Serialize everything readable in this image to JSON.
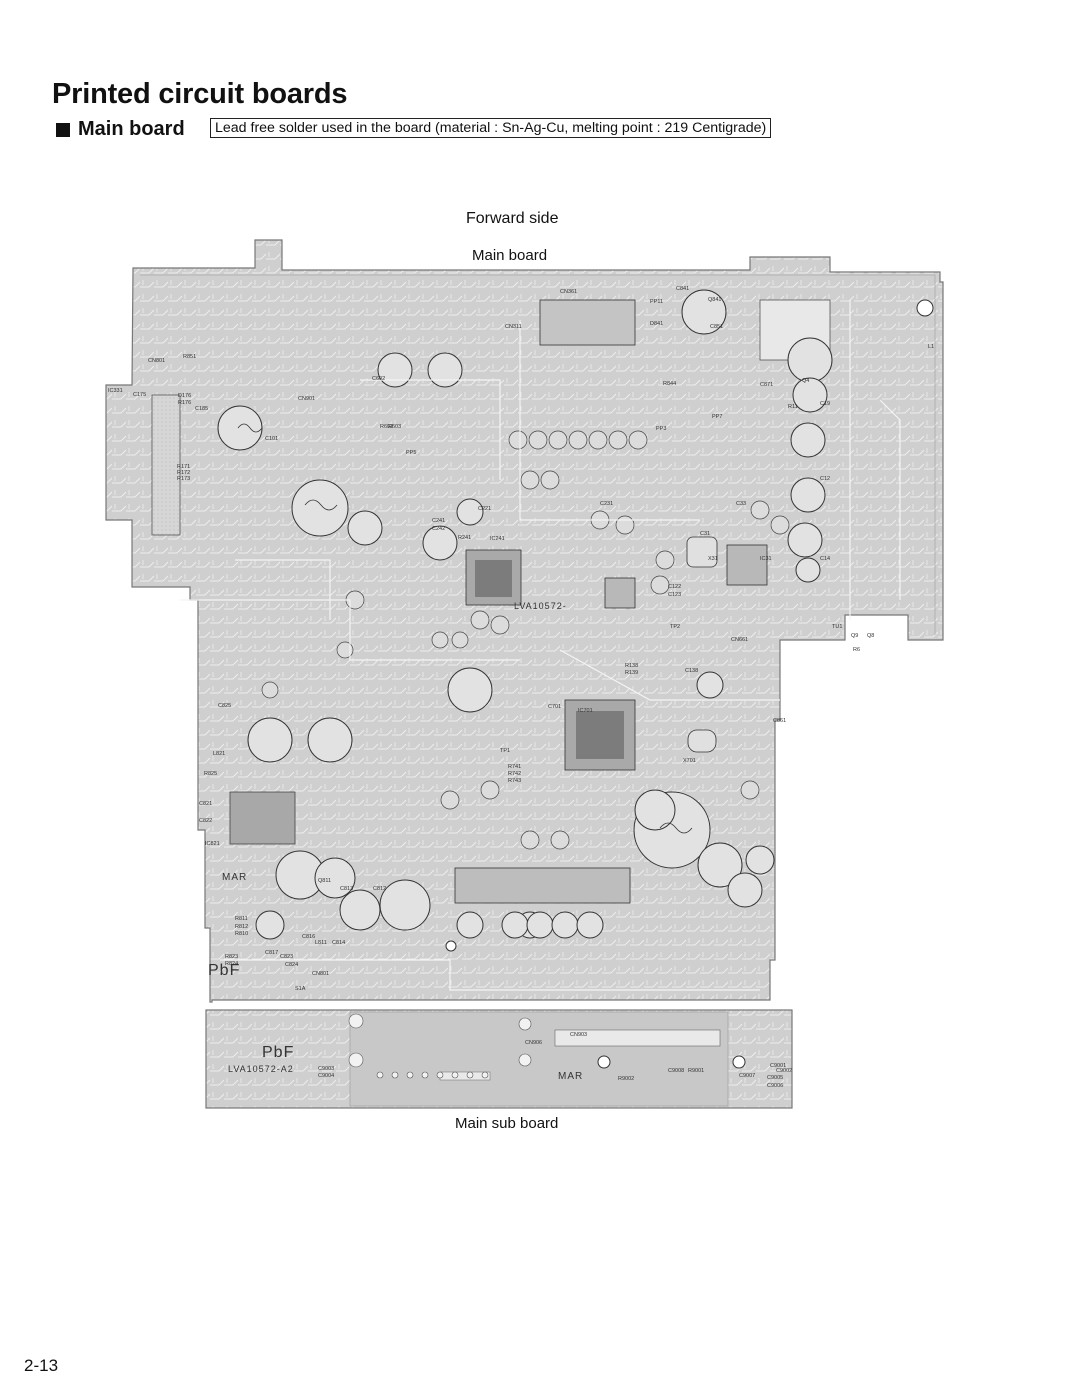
{
  "page": {
    "title": "Printed circuit boards",
    "section_label": "Main board",
    "note": "Lead free solder used in the board (material : Sn-Ag-Cu, melting point : 219 Centigrade)",
    "view_label": "Forward side",
    "main_board_caption": "Main board",
    "sub_board_caption": "Main sub board",
    "page_number": "2-13"
  },
  "board": {
    "board_code_main": "LVA10572-",
    "board_code_sub": "LVA10572-A2",
    "marks": [
      "PbF",
      "MAR"
    ],
    "sample_labels": [
      "CN361",
      "CN311",
      "C851",
      "R851",
      "CN801",
      "IC331",
      "C175",
      "C185",
      "D176",
      "R176",
      "C101",
      "CN901",
      "R602",
      "R603",
      "C602",
      "PP11",
      "Q841",
      "C841",
      "D841",
      "R844",
      "C871",
      "C33",
      "C31",
      "IC31",
      "R11",
      "C12",
      "C14",
      "C19",
      "Q4",
      "L1",
      "Q8",
      "Q9",
      "R6",
      "TU1",
      "CN661",
      "IC701",
      "X701",
      "R741",
      "R742",
      "R743",
      "C701",
      "TP1",
      "TP2",
      "C861",
      "R811",
      "R812",
      "R810",
      "C816",
      "C817",
      "L811",
      "C814",
      "C813",
      "Q811",
      "C812",
      "CN801",
      "C823",
      "C824",
      "R823",
      "R824",
      "S1A",
      "IC821",
      "C821",
      "C822",
      "L821",
      "R825",
      "C825",
      "CN906",
      "CN903",
      "C9003",
      "C9004",
      "R9001",
      "C9005",
      "C9006",
      "C9007",
      "C9008",
      "R9002",
      "C9001",
      "C9002",
      "X31",
      "C231",
      "C241",
      "C242",
      "IC241",
      "R241",
      "C221",
      "PP5",
      "PP3",
      "PP7",
      "R138",
      "R139",
      "C138",
      "C122",
      "C123",
      "R171",
      "R172",
      "R173"
    ]
  }
}
